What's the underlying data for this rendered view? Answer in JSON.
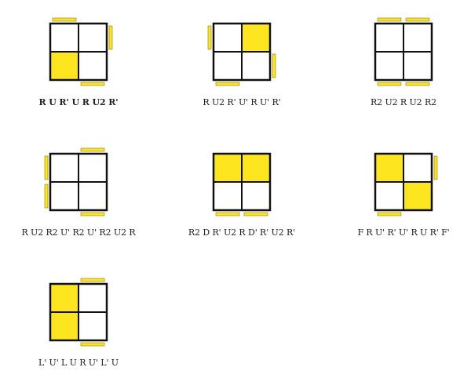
{
  "colors": {
    "yellow": "#fde51f",
    "white": "#ffffff",
    "border": "#111111"
  },
  "cases": [
    {
      "algorithm": "R U R' U R U2 R'",
      "bold": true,
      "tiles": [
        "white",
        "white",
        "yellow",
        "white"
      ],
      "side_stickers": [
        "top-left",
        "right-top",
        "bottom-right"
      ]
    },
    {
      "algorithm": "R U2 R' U' R U' R'",
      "bold": false,
      "tiles": [
        "white",
        "yellow",
        "white",
        "white"
      ],
      "side_stickers": [
        "left-top",
        "right-bottom",
        "bottom-left"
      ]
    },
    {
      "algorithm": "R2 U2 R U2 R2",
      "bold": false,
      "tiles": [
        "white",
        "white",
        "white",
        "white"
      ],
      "side_stickers": [
        "top-left",
        "top-right",
        "bottom-left",
        "bottom-right"
      ]
    },
    {
      "algorithm": "R U2 R2 U' R2 U' R2 U2 R",
      "bold": false,
      "tiles": [
        "white",
        "white",
        "white",
        "white"
      ],
      "side_stickers": [
        "top-right",
        "left-top",
        "left-bottom",
        "bottom-right"
      ]
    },
    {
      "algorithm": "R2 D R' U2 R D' R' U2 R'",
      "bold": false,
      "tiles": [
        "yellow",
        "yellow",
        "white",
        "white"
      ],
      "side_stickers": [
        "bottom-left",
        "bottom-right"
      ]
    },
    {
      "algorithm": "F R U' R' U' R U R' F'",
      "bold": false,
      "tiles": [
        "yellow",
        "white",
        "white",
        "yellow"
      ],
      "side_stickers": [
        "right-top",
        "bottom-left"
      ]
    },
    {
      "algorithm": "L' U' L U R U' L' U",
      "bold": false,
      "tiles": [
        "yellow",
        "white",
        "yellow",
        "white"
      ],
      "side_stickers": [
        "top-right",
        "bottom-right"
      ]
    }
  ]
}
